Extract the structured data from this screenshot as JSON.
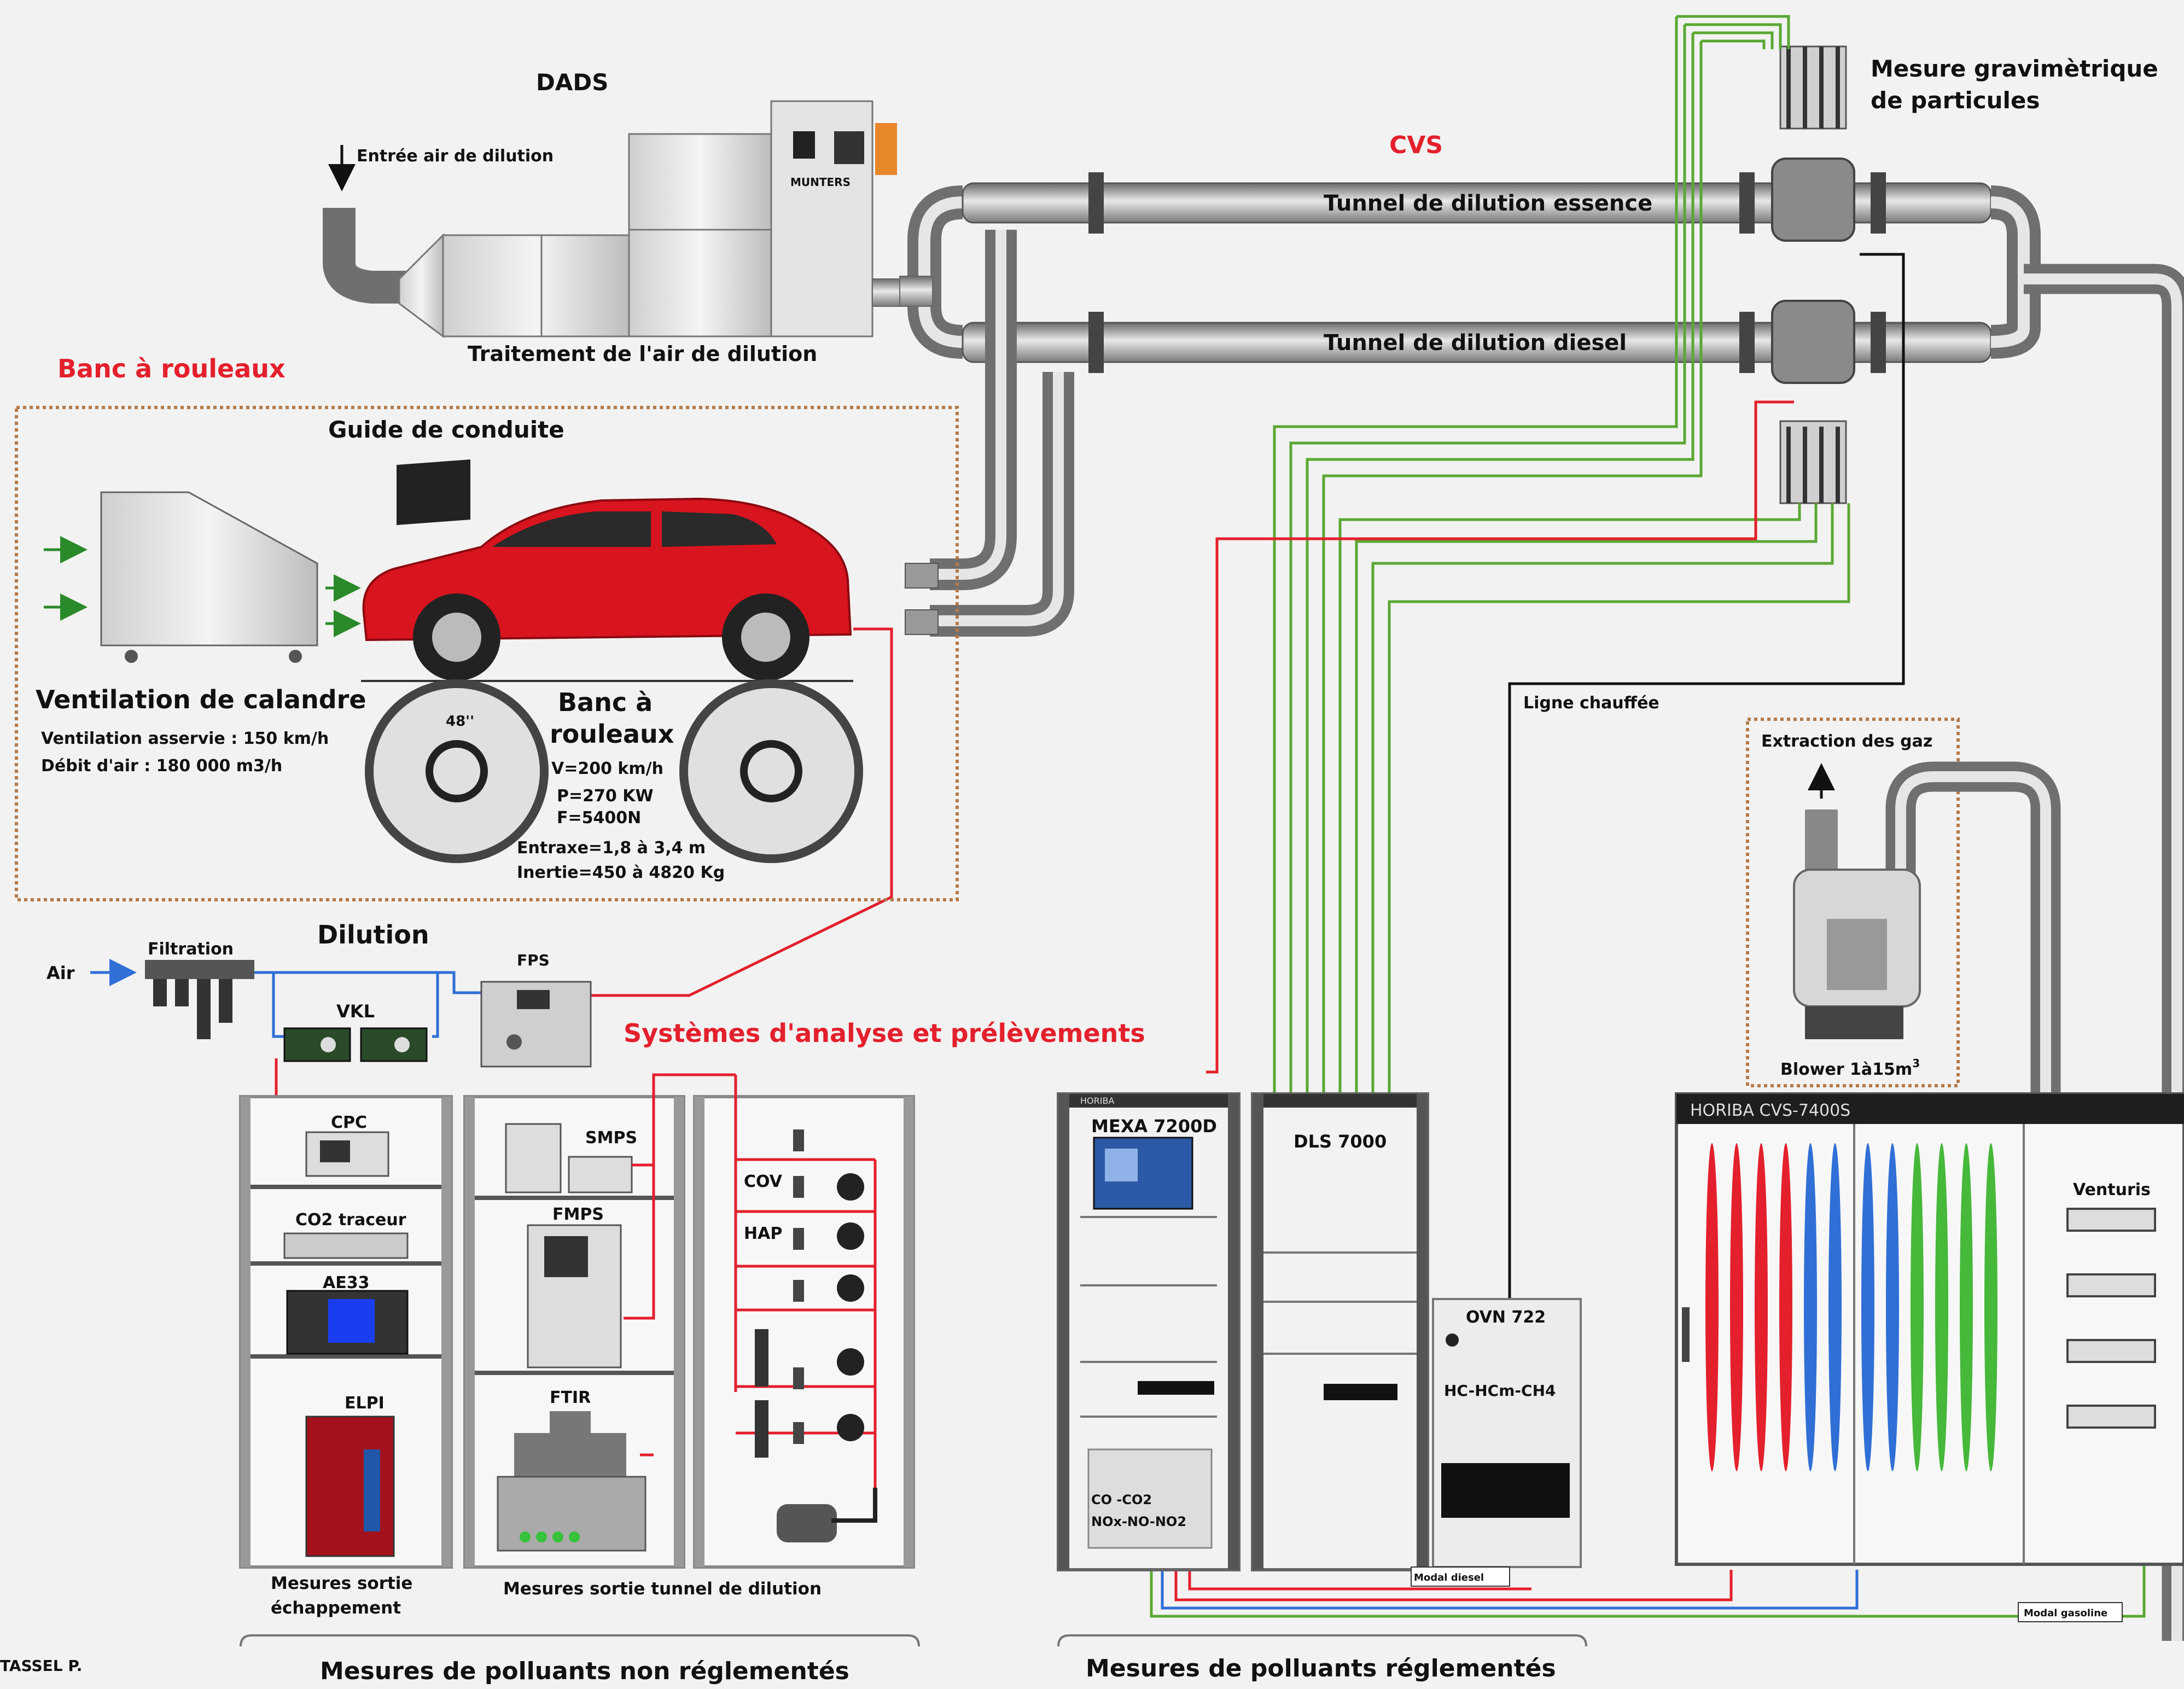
{
  "sections": {
    "dads": "DADS",
    "dads_inlet": "Entrée air de dilution",
    "dads_brand": "MUNTERS",
    "dads_treatment": "Traitement de l'air de dilution",
    "cvs": "CVS",
    "tunnel_gasoline": "Tunnel de dilution essence",
    "tunnel_diesel": "Tunnel de dilution diesel",
    "particle_line1": "Mesure gravimètrique",
    "particle_line2": "de particules",
    "bench_title": "Banc à rouleaux",
    "driver_guide": "Guide de conduite",
    "heated_line": "Ligne chauffée",
    "analysis_title": "Systèmes d'analyse et prélèvements"
  },
  "ventilation": {
    "title": "Ventilation de calandre",
    "line1": "Ventilation asservie : 150 km/h",
    "line2": "Débit d'air : 180 000 m3/h"
  },
  "dyno": {
    "roller_size": "48''",
    "title_line1": "Banc à",
    "title_line2": "rouleaux",
    "speed": "V=200 km/h",
    "power": "P=270 KW",
    "force": "F=5400N",
    "wheelbase": "Entraxe=1,8 à 3,4 m",
    "inertia": "Inertie=450 à 4820 Kg"
  },
  "dilution": {
    "title": "Dilution",
    "air": "Air",
    "filtration": "Filtration",
    "vkl": "VKL",
    "fps": "FPS"
  },
  "instruments": {
    "cpc": "CPC",
    "co2_tracer": "CO2 traceur",
    "ae33": "AE33",
    "elpi": "ELPI",
    "smps": "SMPS",
    "fmps": "FMPS",
    "ftir": "FTIR",
    "cov": "COV",
    "hap": "HAP",
    "mexa": "MEXA 7200D",
    "mexa_gases_line1": "CO -CO2",
    "mexa_gases_line2": "NOx-NO-NO2",
    "dls": "DLS 7000",
    "ovn": "OVN 722",
    "ovn_gases": "HC-HCm-CH4",
    "extraction": "Extraction des gaz",
    "blower": "Blower 1à15m",
    "blower_sup": "3",
    "cvs_unit": "HORIBA CVS-7400S",
    "venturis": "Venturis",
    "modal_diesel": "Modal diesel",
    "modal_gasoline": "Modal gasoline",
    "horiba_small": "HORIBA"
  },
  "captions": {
    "exhaust_line1": "Mesures sortie",
    "exhaust_line2": "échappement",
    "tunnel_exit": "Mesures sortie tunnel de dilution",
    "unregulated": "Mesures de polluants non réglementés",
    "regulated": "Mesures de polluants réglementés",
    "author": "TASSEL P."
  },
  "colors": {
    "red_line": "#e3202c",
    "green_line": "#5aa832",
    "blue_line": "#2f6fd6",
    "car": "#d8141f",
    "pipe": "#8a8a8a"
  }
}
